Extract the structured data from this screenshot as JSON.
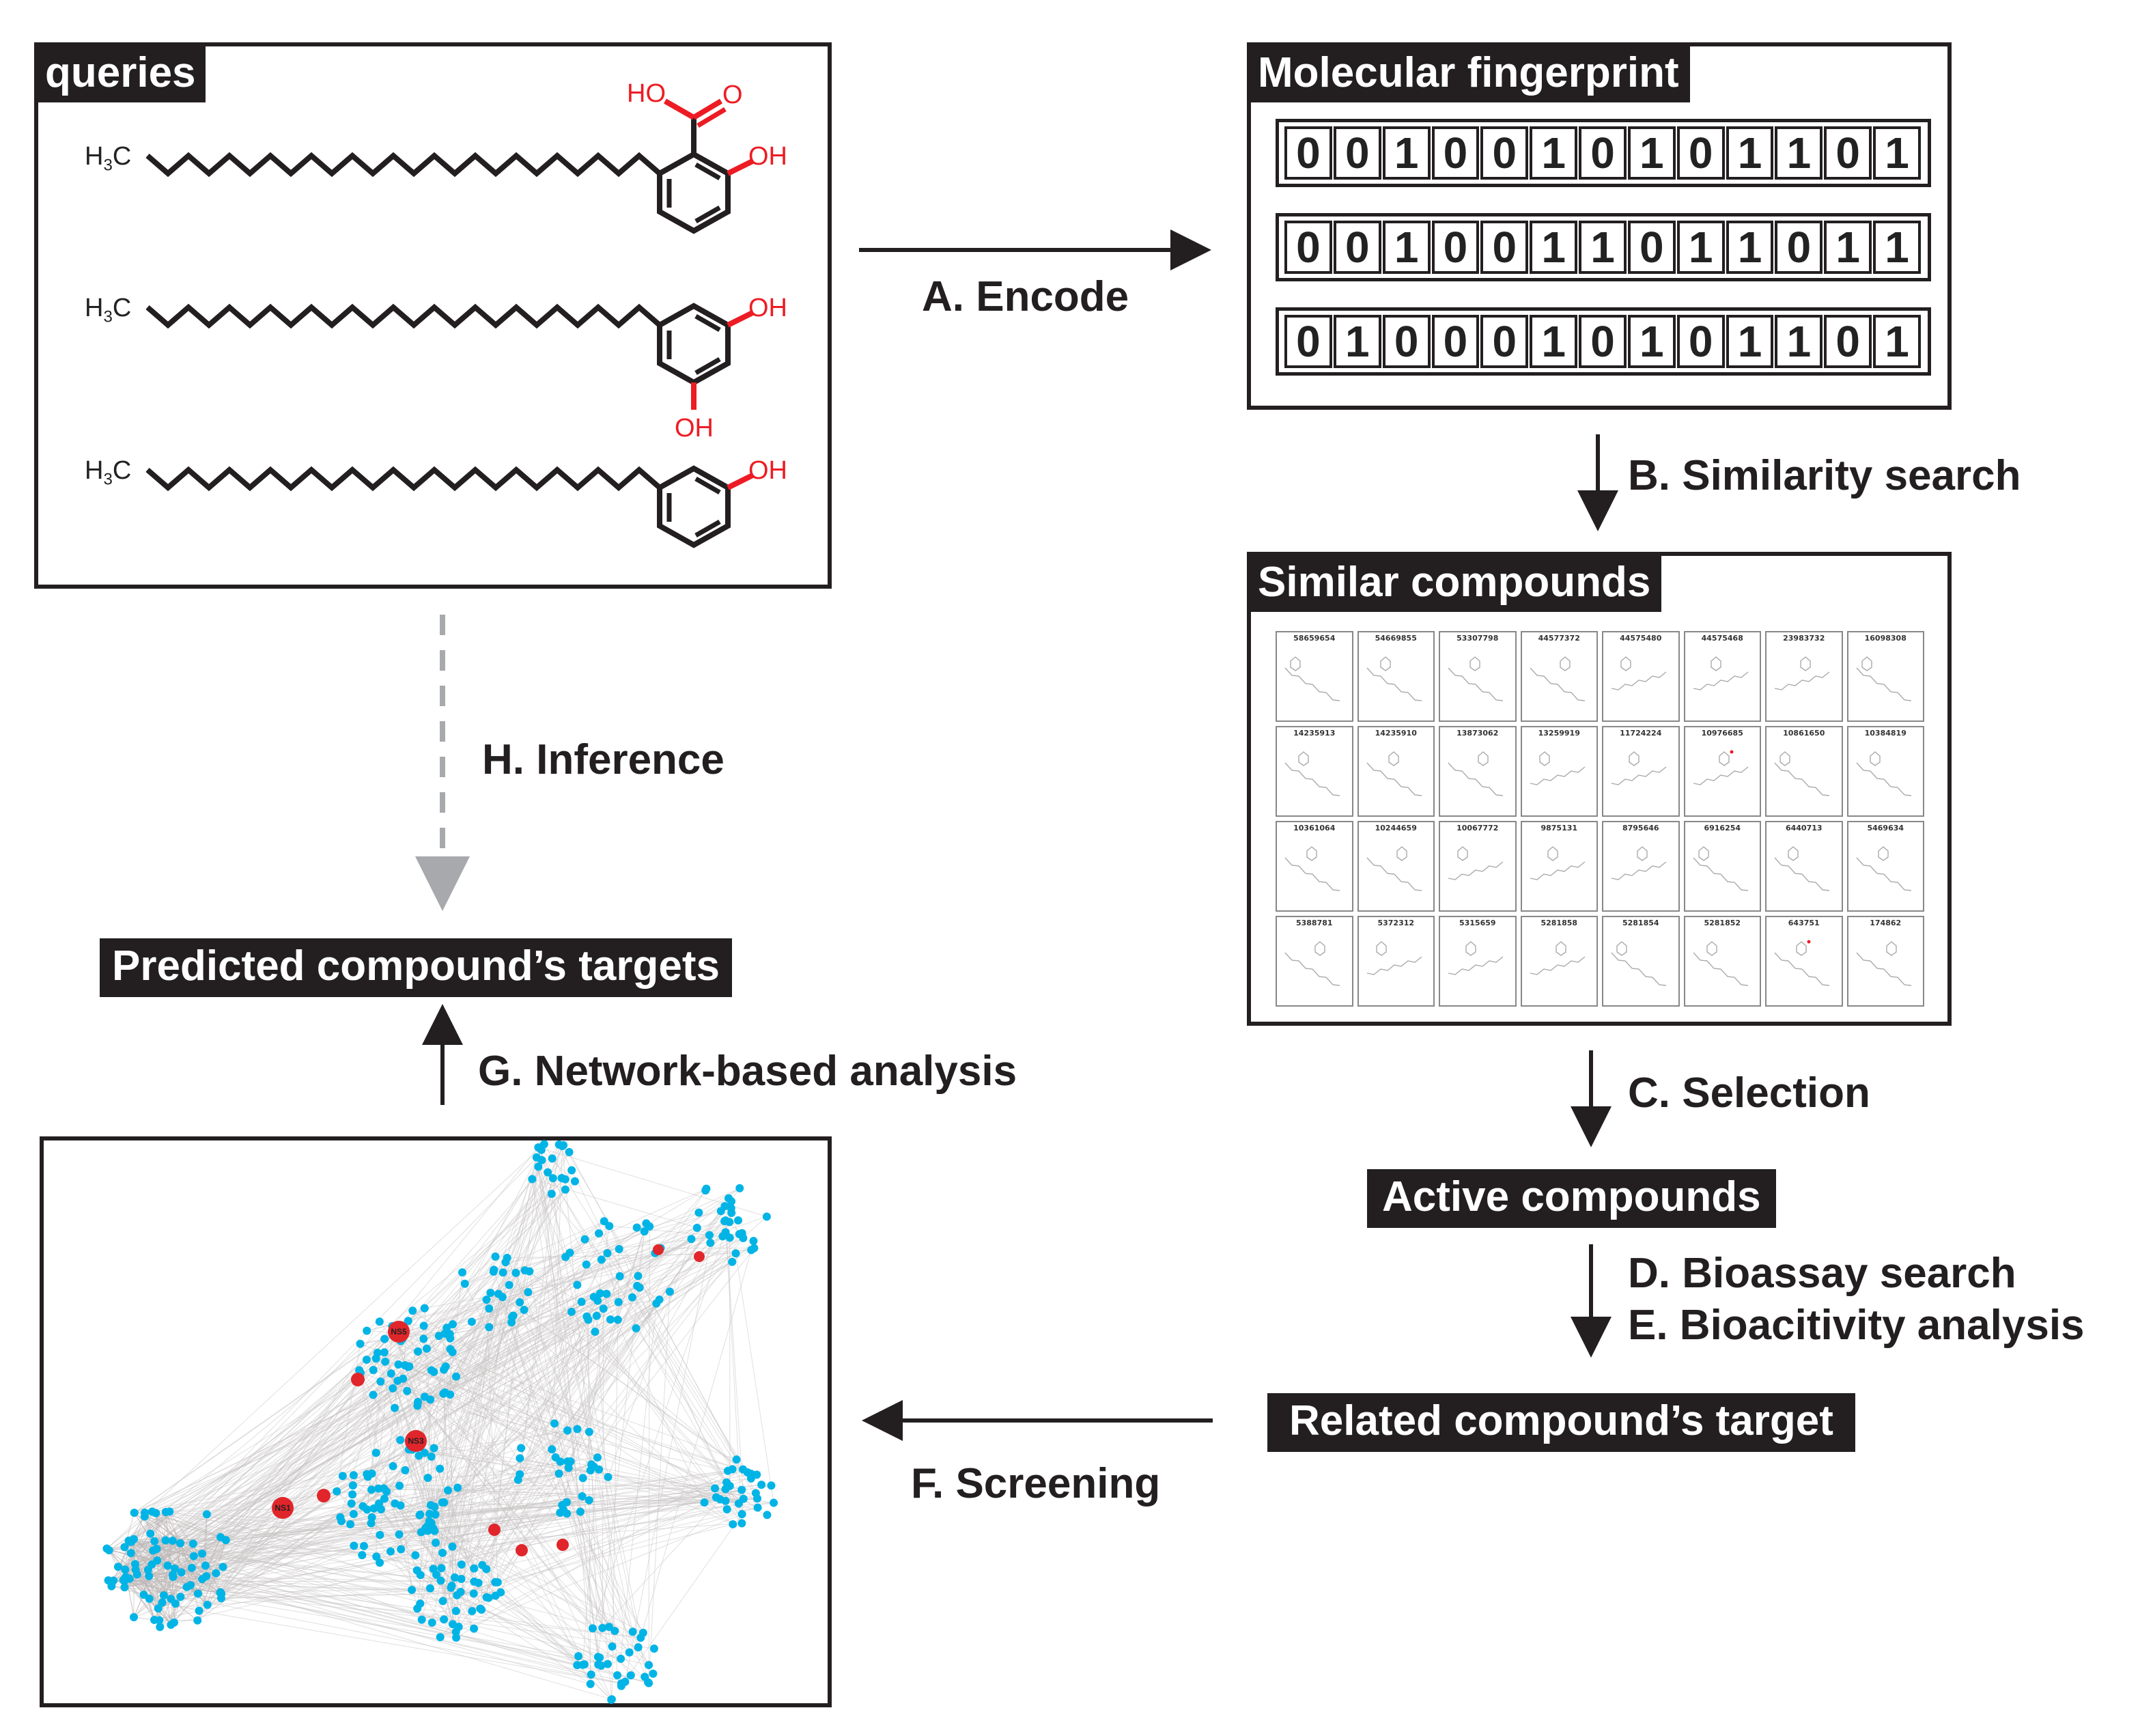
{
  "queries": {
    "title": "queries",
    "molecules": [
      {
        "tail_label": "H3C",
        "subscript": "3",
        "groups": [
          "HO",
          "O",
          "OH"
        ]
      },
      {
        "tail_label": "H3C",
        "subscript": "3",
        "groups": [
          "OH",
          "OH"
        ]
      },
      {
        "tail_label": "H3C",
        "subscript": "3",
        "groups": [
          "OH"
        ]
      }
    ]
  },
  "fingerprint": {
    "title": "Molecular fingerprint",
    "rows": [
      [
        "0",
        "0",
        "1",
        "0",
        "0",
        "1",
        "0",
        "1",
        "0",
        "1",
        "1",
        "0",
        "1"
      ],
      [
        "0",
        "0",
        "1",
        "0",
        "0",
        "1",
        "1",
        "0",
        "1",
        "1",
        "0",
        "1",
        "1"
      ],
      [
        "0",
        "1",
        "0",
        "0",
        "0",
        "1",
        "0",
        "1",
        "0",
        "1",
        "1",
        "0",
        "1"
      ]
    ]
  },
  "similar": {
    "title": "Similar compounds",
    "ids": [
      "58659654",
      "54669855",
      "53307798",
      "44577372",
      "44575480",
      "44575468",
      "23983732",
      "16098308",
      "14235913",
      "14235910",
      "13873062",
      "13259919",
      "11724224",
      "10976685",
      "10861650",
      "10384819",
      "10361064",
      "10244659",
      "10067772",
      "9875131",
      "8795646",
      "6916254",
      "6440713",
      "5469634",
      "5388781",
      "5372312",
      "5315659",
      "5281858",
      "5281854",
      "5281852",
      "643751",
      "174862"
    ]
  },
  "steps": {
    "encode": "A. Encode",
    "similarity": "B. Similarity search",
    "selection": "C. Selection",
    "bioassay": "D. Bioassay search",
    "bioactivity": "E. Bioacitivity analysis",
    "screening": "F. Screening",
    "network": "G. Network-based analysis",
    "inference": "H. Inference"
  },
  "labels": {
    "active": "Active compounds",
    "related": "Related compound’s target",
    "predicted": "Predicted compound’s targets"
  },
  "network": {
    "node_labels": [
      "NS3",
      "NS1",
      "NS5"
    ]
  },
  "colors": {
    "dark": "#231f20",
    "heteroatom": "#ed1c24",
    "node": "#00b4e6",
    "hub": "#e0262b",
    "dashed_arrow": "#a7a9ac"
  }
}
